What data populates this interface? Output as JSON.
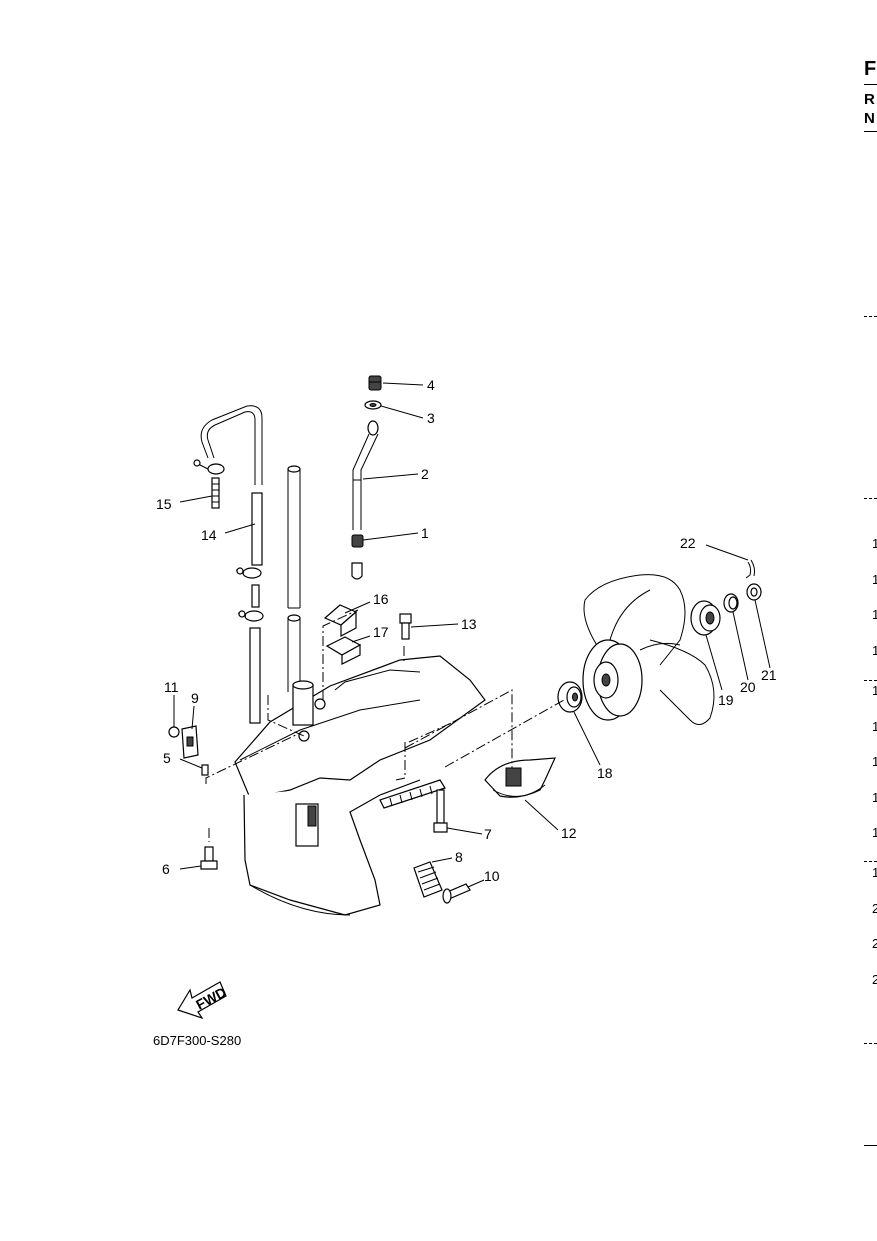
{
  "diagram": {
    "drawing_code": "6D7F300-S280",
    "fwd_label": "FWD",
    "callouts": [
      {
        "id": "c1",
        "text": "1"
      },
      {
        "id": "c2",
        "text": "2"
      },
      {
        "id": "c3",
        "text": "3"
      },
      {
        "id": "c4",
        "text": "4"
      },
      {
        "id": "c5",
        "text": "5"
      },
      {
        "id": "c6",
        "text": "6"
      },
      {
        "id": "c7",
        "text": "7"
      },
      {
        "id": "c8",
        "text": "8"
      },
      {
        "id": "c9",
        "text": "9"
      },
      {
        "id": "c10",
        "text": "10"
      },
      {
        "id": "c11",
        "text": "11"
      },
      {
        "id": "c12",
        "text": "12"
      },
      {
        "id": "c13",
        "text": "13"
      },
      {
        "id": "c14",
        "text": "14"
      },
      {
        "id": "c15",
        "text": "15"
      },
      {
        "id": "c16",
        "text": "16"
      },
      {
        "id": "c17",
        "text": "17"
      },
      {
        "id": "c18",
        "text": "18"
      },
      {
        "id": "c19",
        "text": "19"
      },
      {
        "id": "c20",
        "text": "20"
      },
      {
        "id": "c21",
        "text": "21"
      },
      {
        "id": "c22",
        "text": "22"
      }
    ]
  },
  "edge_text": {
    "heading": "F",
    "line1": "R",
    "line2": "N",
    "row_numbers": [
      "1",
      "1",
      "1",
      "1",
      "1",
      "1",
      "1",
      "1",
      "1",
      "1",
      "2",
      "2",
      "2"
    ]
  }
}
